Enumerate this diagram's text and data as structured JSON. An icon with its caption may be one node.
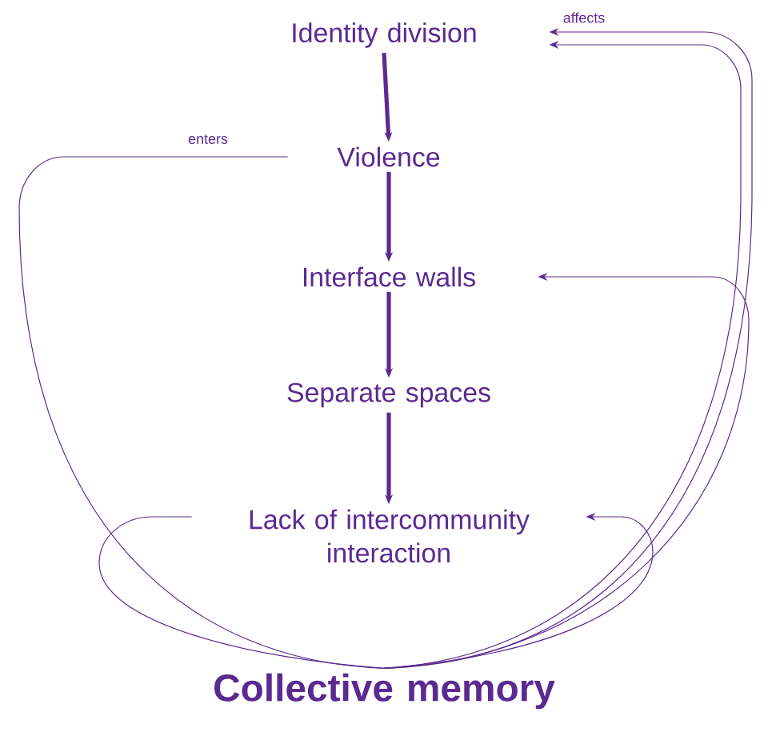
{
  "diagram": {
    "nodes": [
      {
        "text": [
          "Identity division"
        ]
      },
      {
        "text": [
          "Violence"
        ]
      },
      {
        "text": [
          "Interface walls"
        ]
      },
      {
        "text": [
          "Separate spaces"
        ]
      },
      {
        "text": [
          "Lack of intercommunity interaction"
        ]
      },
      {
        "text": [
          "Collective memory"
        ]
      }
    ],
    "edges": [
      {
        "from": 0,
        "to": 1,
        "arrow": "to",
        "style": "thick"
      },
      {
        "from": 1,
        "to": 2,
        "arrow": "to",
        "style": "thick"
      },
      {
        "from": 2,
        "to": 3,
        "arrow": "to",
        "style": "thick"
      },
      {
        "from": 3,
        "to": 4,
        "arrow": "to",
        "style": "thick"
      },
      {
        "from": 1,
        "to": 5,
        "arrow": "none",
        "label": "enters"
      },
      {
        "from": 5,
        "to": 0,
        "arrow": "to",
        "label": "affects"
      },
      {
        "from": 5,
        "to": 0,
        "arrow": "to"
      },
      {
        "from": 5,
        "to": 2,
        "arrow": "to"
      },
      {
        "from": 4,
        "to": 5,
        "arrow": "none"
      },
      {
        "from": 5,
        "to": 4,
        "arrow": "to"
      }
    ]
  }
}
